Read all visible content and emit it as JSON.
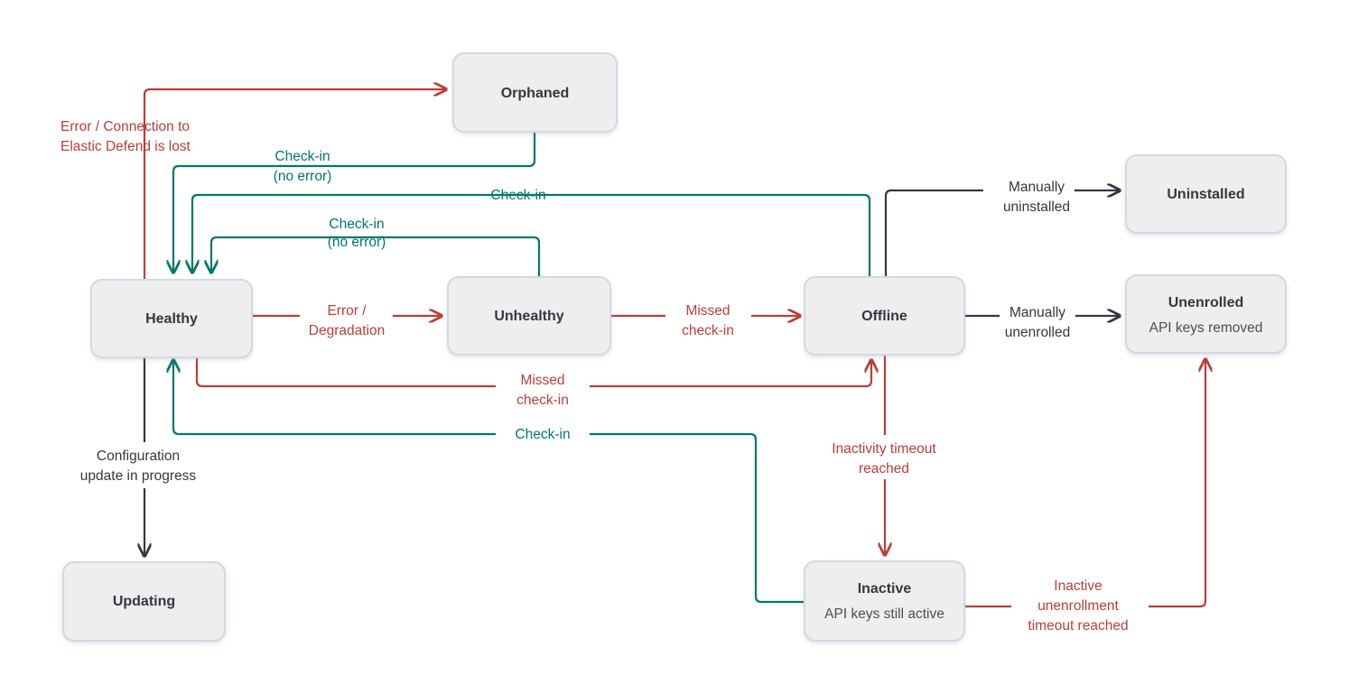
{
  "diagram": {
    "title": "Elastic Agent status state diagram",
    "colors": {
      "red": "#bd3d37",
      "teal": "#00786b",
      "black": "#343741",
      "node_fill": "#eeeeee",
      "node_border": "#d3d9e2",
      "background": "#ffffff"
    },
    "nodes": [
      {
        "id": "orphaned",
        "title": "Orphaned",
        "subtitle": ""
      },
      {
        "id": "healthy",
        "title": "Healthy",
        "subtitle": ""
      },
      {
        "id": "unhealthy",
        "title": "Unhealthy",
        "subtitle": ""
      },
      {
        "id": "offline",
        "title": "Offline",
        "subtitle": ""
      },
      {
        "id": "uninstalled",
        "title": "Uninstalled",
        "subtitle": ""
      },
      {
        "id": "unenrolled",
        "title": "Unenrolled",
        "subtitle": "API keys removed"
      },
      {
        "id": "updating",
        "title": "Updating",
        "subtitle": ""
      },
      {
        "id": "inactive",
        "title": "Inactive",
        "subtitle": "API keys still active"
      }
    ],
    "edges": [
      {
        "id": "healthy-to-orphaned",
        "from": "healthy",
        "to": "orphaned",
        "color": "red",
        "label_lines": [
          "Error / Connection to",
          "Elastic Defend is lost"
        ]
      },
      {
        "id": "orphaned-to-healthy",
        "from": "orphaned",
        "to": "healthy",
        "color": "teal",
        "label_lines": [
          "Check-in",
          "(no error)"
        ]
      },
      {
        "id": "offline-to-healthy-checkin",
        "from": "offline",
        "to": "healthy",
        "color": "teal",
        "label_lines": [
          "Check-in"
        ]
      },
      {
        "id": "unhealthy-to-healthy",
        "from": "unhealthy",
        "to": "healthy",
        "color": "teal",
        "label_lines": [
          "Check-in",
          "(no error)"
        ]
      },
      {
        "id": "healthy-to-unhealthy",
        "from": "healthy",
        "to": "unhealthy",
        "color": "red",
        "label_lines": [
          "Error /",
          "Degradation"
        ]
      },
      {
        "id": "unhealthy-to-offline",
        "from": "unhealthy",
        "to": "offline",
        "color": "red",
        "label_lines": [
          "Missed",
          "check-in"
        ]
      },
      {
        "id": "healthy-to-offline",
        "from": "healthy",
        "to": "offline",
        "color": "red",
        "label_lines": [
          "Missed",
          "check-in"
        ]
      },
      {
        "id": "inactive-to-healthy",
        "from": "inactive",
        "to": "healthy",
        "color": "teal",
        "label_lines": [
          "Check-in"
        ]
      },
      {
        "id": "offline-to-uninstalled",
        "from": "offline",
        "to": "uninstalled",
        "color": "black",
        "label_lines": [
          "Manually",
          "uninstalled"
        ]
      },
      {
        "id": "offline-to-unenrolled",
        "from": "offline",
        "to": "unenrolled",
        "color": "black",
        "label_lines": [
          "Manually",
          "unenrolled"
        ]
      },
      {
        "id": "healthy-to-updating",
        "from": "healthy",
        "to": "updating",
        "color": "black",
        "label_lines": [
          "Configuration",
          "update in progress"
        ]
      },
      {
        "id": "offline-to-inactive",
        "from": "offline",
        "to": "inactive",
        "color": "red",
        "label_lines": [
          "Inactivity timeout",
          "reached"
        ]
      },
      {
        "id": "inactive-to-unenrolled",
        "from": "inactive",
        "to": "unenrolled",
        "color": "red",
        "label_lines": [
          "Inactive",
          "unenrollment",
          "timeout reached"
        ]
      }
    ],
    "labels": {
      "error_connection_l1": "Error / Connection to",
      "error_connection_l2": "Elastic Defend is lost",
      "checkin_noerror_top_l1": "Check-in",
      "checkin_noerror_top_l2": "(no error)",
      "checkin_mid": "Check-in",
      "checkin_noerror_low_l1": "Check-in",
      "checkin_noerror_low_l2": "(no error)",
      "error_degradation_l1": "Error /",
      "error_degradation_l2": "Degradation",
      "missed_checkin_top_l1": "Missed",
      "missed_checkin_top_l2": "check-in",
      "missed_checkin_low_l1": "Missed",
      "missed_checkin_low_l2": "check-in",
      "checkin_bottom": "Check-in",
      "manually_uninstalled_l1": "Manually",
      "manually_uninstalled_l2": "uninstalled",
      "manually_unenrolled_l1": "Manually",
      "manually_unenrolled_l2": "unenrolled",
      "configuration_update_l1": "Configuration",
      "configuration_update_l2": "update in progress",
      "inactivity_timeout_l1": "Inactivity timeout",
      "inactivity_timeout_l2": "reached",
      "inactive_unenrollment_l1": "Inactive",
      "inactive_unenrollment_l2": "unenrollment",
      "inactive_unenrollment_l3": "timeout reached"
    },
    "node_text": {
      "orphaned": "Orphaned",
      "healthy": "Healthy",
      "unhealthy": "Unhealthy",
      "offline": "Offline",
      "uninstalled": "Uninstalled",
      "unenrolled_title": "Unenrolled",
      "unenrolled_sub": "API keys removed",
      "updating": "Updating",
      "inactive_title": "Inactive",
      "inactive_sub": "API keys still active"
    }
  }
}
